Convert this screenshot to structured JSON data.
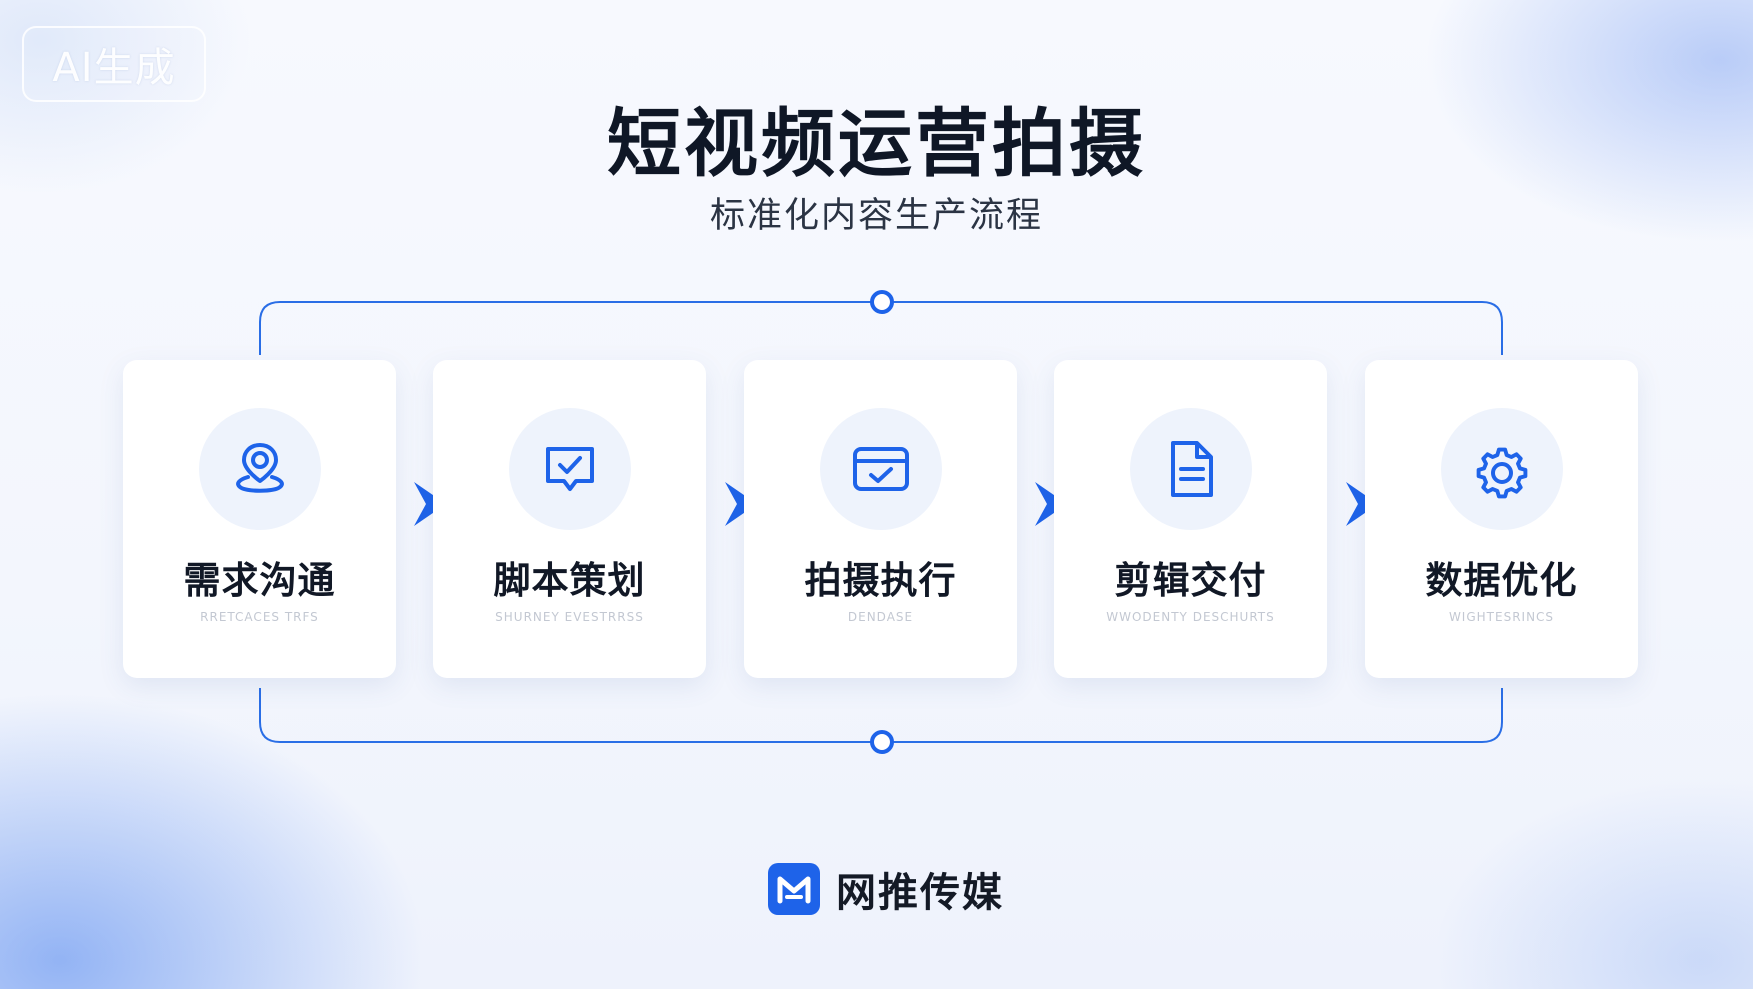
{
  "badge": {
    "label": "AI生成"
  },
  "header": {
    "title": "短视频运营拍摄",
    "subtitle": "标准化内容生产流程"
  },
  "colors": {
    "accent": "#1e63e9",
    "card_bg": "#ffffff",
    "icon_bg": "#eef3fc",
    "title_text": "#0f1726"
  },
  "steps": [
    {
      "title": "需求沟通",
      "subtitle": "RRETCACES TRFS",
      "icon": "location-pin-icon"
    },
    {
      "title": "脚本策划",
      "subtitle": "SHURNEY EVESTRRSS",
      "icon": "chat-check-icon"
    },
    {
      "title": "拍摄执行",
      "subtitle": "DENDASE",
      "icon": "card-check-icon"
    },
    {
      "title": "剪辑交付",
      "subtitle": "WWODENTY DESCHURTS",
      "icon": "document-icon"
    },
    {
      "title": "数据优化",
      "subtitle": "WIGHTESRINCS",
      "icon": "gear-icon"
    }
  ],
  "brand": {
    "name": "网推传媒",
    "logo_icon": "brand-m-logo-icon"
  }
}
